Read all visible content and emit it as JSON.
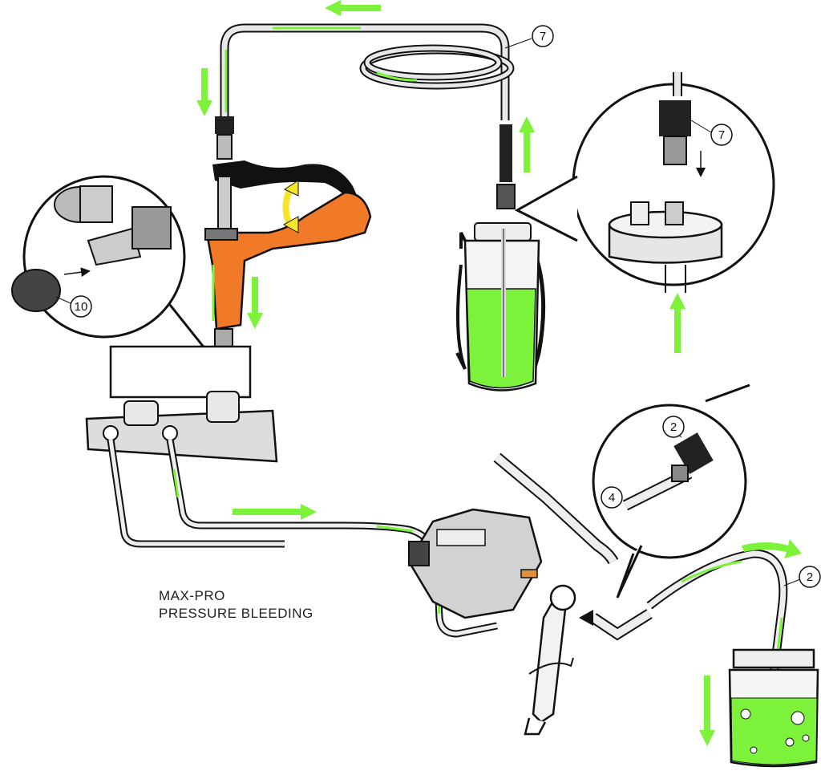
{
  "caption": {
    "line1": "MAX-PRO",
    "line2": "PRESSURE BLEEDING"
  },
  "callouts": {
    "hose_top": "7",
    "inset_top": "7",
    "inset_left": "10",
    "inset_right": "2",
    "elbow": "4",
    "bleed_hose": "2"
  },
  "colors": {
    "fluid_green": "#7CF23A",
    "handle_orange": "#F07A28",
    "yellow_arrow": "#F5E62A",
    "outline": "#111111",
    "metal_grey": "#CFCFCF"
  }
}
